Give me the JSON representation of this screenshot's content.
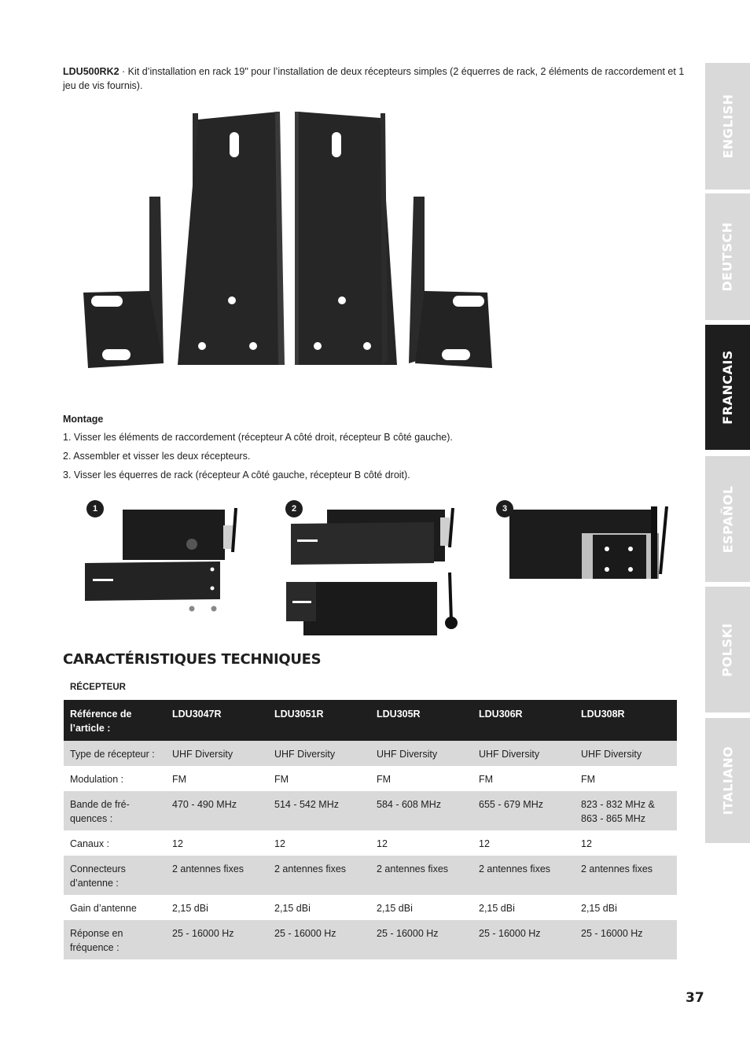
{
  "intro": {
    "model": "LDU500RK2",
    "text": " · Kit d’installation en rack 19\" pour l’installation de deux récepteurs simples (2 équerres de rack, 2 éléments de raccordement et 1 jeu de vis fournis)."
  },
  "tabs": [
    "ENGLISH",
    "DEUTSCH",
    "FRANCAIS",
    "ESPAÑOL",
    "POLSKI",
    "ITALIANO"
  ],
  "active_tab": "FRANCAIS",
  "montage": {
    "title": "Montage",
    "steps": [
      "1. Visser les éléments de raccordement (récepteur A côté droit, récepteur B côté gauche).",
      "2. Assembler et visser les deux récepteurs.",
      "3. Visser les équerres de rack (récepteur A côté gauche, récepteur B côté droit)."
    ],
    "badges": [
      "1",
      "2",
      "3"
    ]
  },
  "specs": {
    "title": "CARACTÉRISTIQUES TECHNIQUES",
    "subtitle": "RÉCEPTEUR",
    "header": [
      "Référence de l’article :",
      "LDU3047R",
      "LDU3051R",
      "LDU305R",
      "LDU306R",
      "LDU308R"
    ],
    "rows": [
      [
        "Type de récepteur :",
        "UHF Diversity",
        "UHF Diversity",
        "UHF Diversity",
        "UHF Diversity",
        "UHF Diversity"
      ],
      [
        "Modulation :",
        "FM",
        "FM",
        "FM",
        "FM",
        "FM"
      ],
      [
        "Bande de fré-quences :",
        "470 - 490 MHz",
        "514 - 542 MHz",
        "584 - 608 MHz",
        "655 - 679 MHz",
        "823 - 832 MHz & 863 - 865 MHz"
      ],
      [
        "Canaux :",
        "12",
        "12",
        "12",
        "12",
        "12"
      ],
      [
        "Connecteurs d’antenne :",
        "2 antennes fixes",
        "2 antennes fixes",
        "2 antennes fixes",
        "2 antennes fixes",
        "2 antennes fixes"
      ],
      [
        "Gain d’antenne",
        "2,15 dBi",
        "2,15 dBi",
        "2,15 dBi",
        "2,15 dBi",
        "2,15 dBi"
      ],
      [
        "Réponse en fréquence :",
        "25 - 16000 Hz",
        "25 - 16000 Hz",
        "25 - 16000 Hz",
        "25 - 16000 Hz",
        "25 - 16000 Hz"
      ]
    ]
  },
  "page_number": "37"
}
